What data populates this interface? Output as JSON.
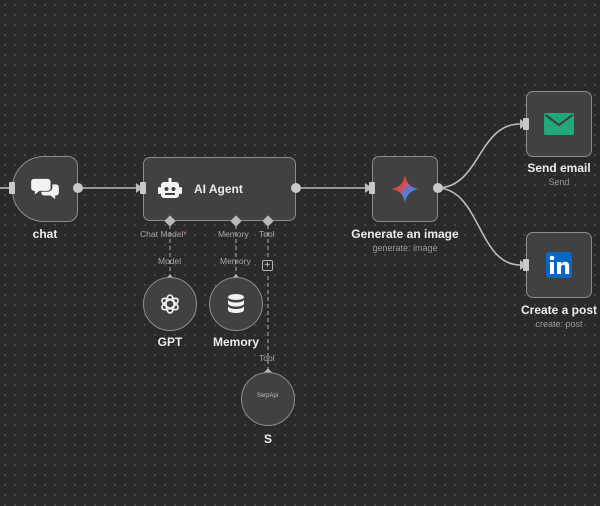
{
  "nodes": {
    "chat": {
      "label": "chat",
      "icon": "chat-bubbles-icon"
    },
    "agent": {
      "label": "AI Agent",
      "icon": "robot-icon"
    },
    "gpt": {
      "label": "GPT",
      "icon": "openai-icon"
    },
    "memory": {
      "label": "Memory",
      "icon": "database-icon"
    },
    "serpapi": {
      "label": "S",
      "inner_text": "SerpApi"
    },
    "image": {
      "label": "Generate an image",
      "sublabel": "generate: image",
      "icon": "gemini-icon"
    },
    "email": {
      "label": "Send email",
      "sublabel": "Send",
      "icon": "email-icon",
      "color": "#1fa97a"
    },
    "post": {
      "label": "Create a post",
      "sublabel": "create: post",
      "icon": "linkedin-icon",
      "color": "#0a66c2"
    }
  },
  "ports": {
    "chat_model": "Chat Model",
    "required_mark": "*",
    "memory": "Memory",
    "tool": "Tool",
    "model": "Model",
    "memory_in": "Memory",
    "tool_in": "Tool",
    "plus": "+"
  },
  "colors": {
    "canvas": "#2a2a2a",
    "node": "#414141",
    "border": "#8c8c8c",
    "required": "#ff6d5a"
  }
}
